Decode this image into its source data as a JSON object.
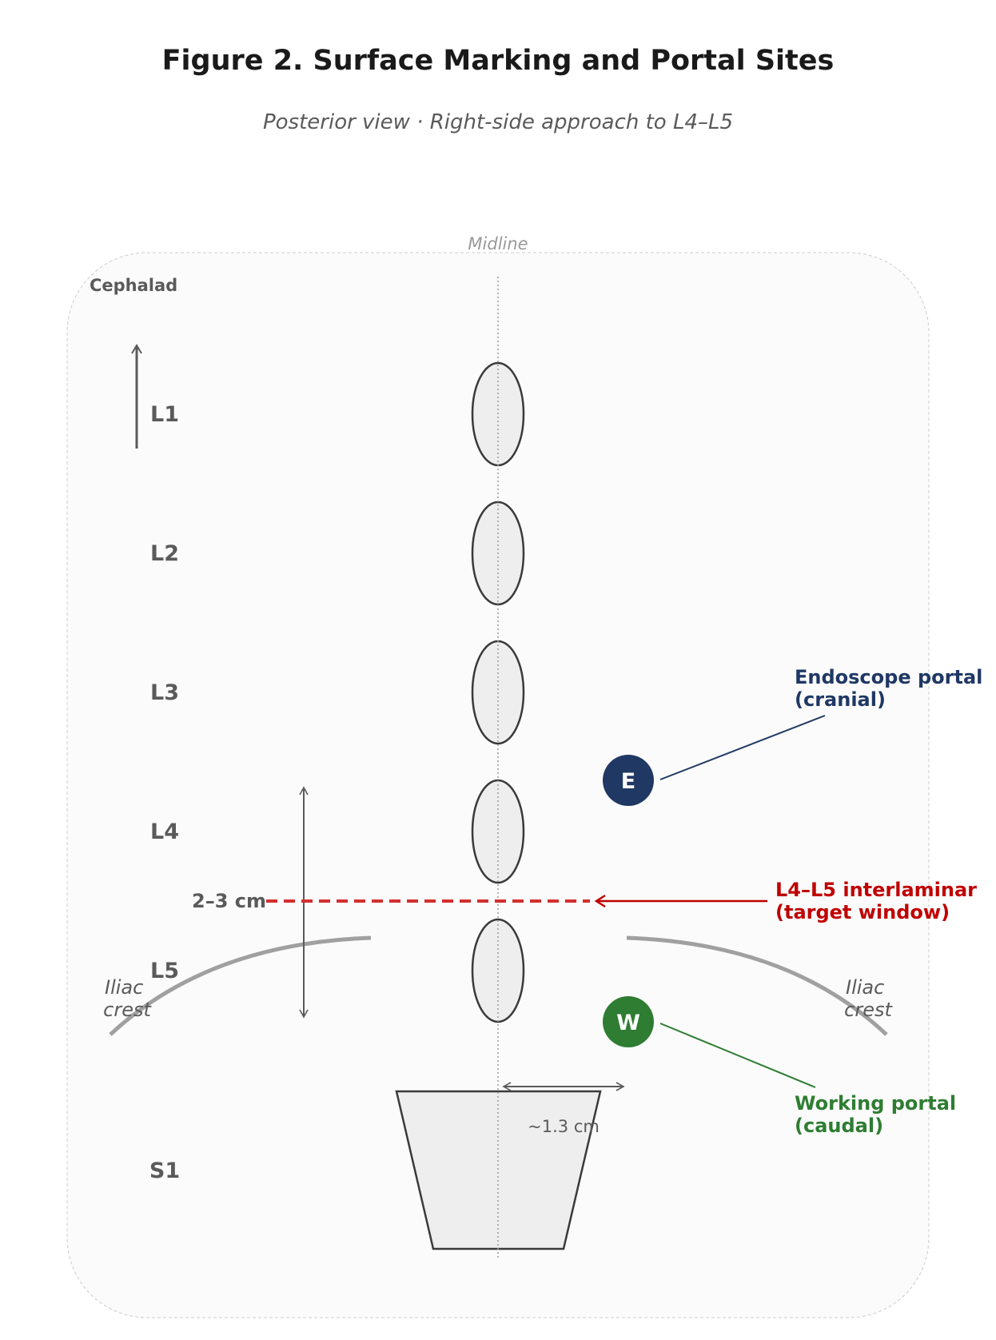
{
  "figure": {
    "title": "Figure 2. Surface Marking and Portal Sites",
    "subtitle": "Posterior view · Right-side approach to L4–L5"
  },
  "labels": {
    "midline": "Midline",
    "cephalad": "Cephalad",
    "span_left": "2–3 cm",
    "span_right": "~1.3 cm",
    "iliac_left": [
      "Iliac",
      "crest"
    ],
    "iliac_right": [
      "Iliac",
      "crest"
    ]
  },
  "vertebrae": [
    "L1",
    "L2",
    "L3",
    "L4",
    "L5"
  ],
  "sacrum": "S1",
  "target": {
    "lines": [
      "L4–L5 interlaminar",
      "(target window)"
    ]
  },
  "portals": {
    "endoscope": {
      "letter": "E",
      "lines": [
        "Endoscope portal",
        "(cranial)"
      ]
    },
    "working": {
      "letter": "W",
      "lines": [
        "Working portal",
        "(caudal)"
      ]
    }
  },
  "colors": {
    "title": "#1a1a1a",
    "muted": "#5a5a5a",
    "light_muted": "#999999",
    "endoscope": "#1f3864",
    "working": "#2e7d32",
    "target": "#c00000",
    "target_dash": "#d32f2f",
    "bone_fill": "#eeeeee",
    "bone_stroke": "#3a3a3a",
    "crest": "#a0a0a0",
    "panel_fill": "#fbfbfb",
    "panel_stroke": "#cccccc"
  }
}
